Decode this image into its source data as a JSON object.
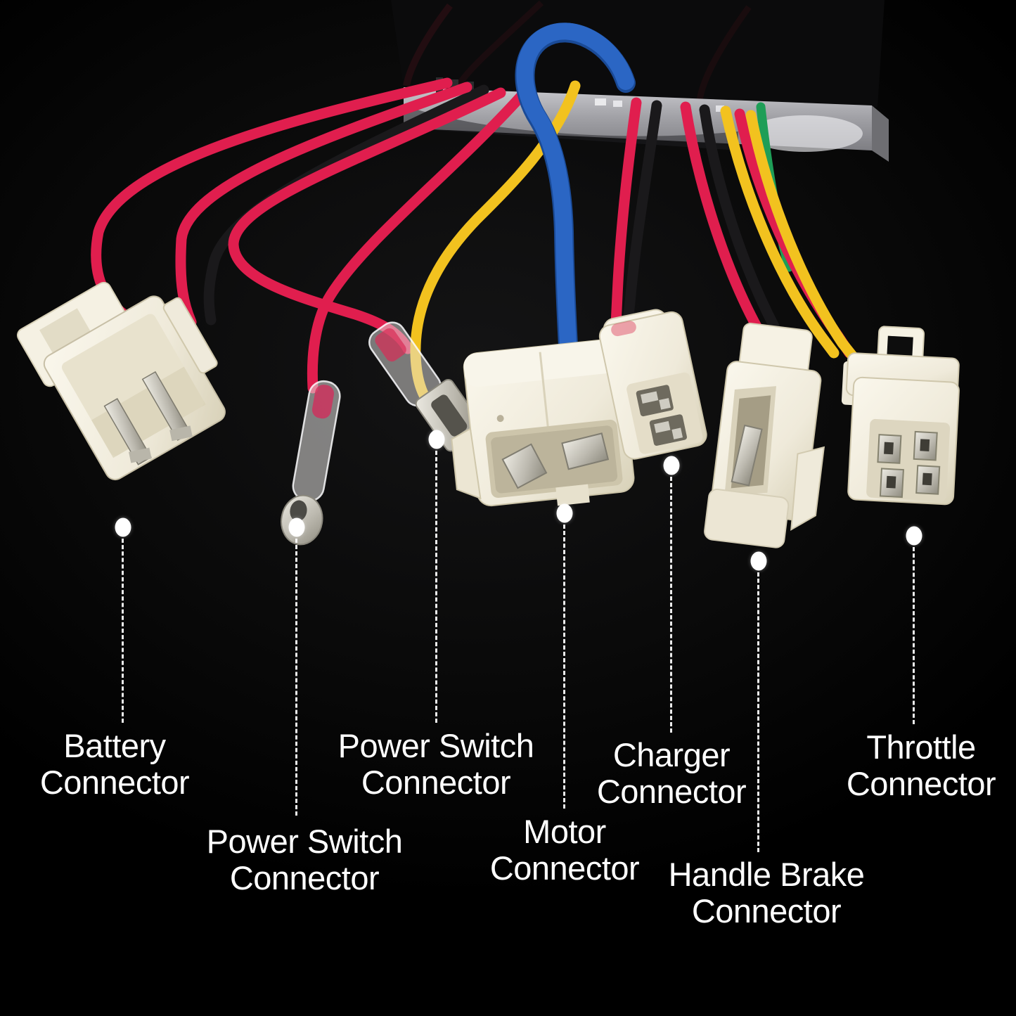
{
  "scene": {
    "description_colors": {
      "wire_red": "#e01e4e",
      "wire_black": "#1a191b",
      "wire_blue": "#2b66c4",
      "wire_yellow": "#f2c21f",
      "wire_green": "#1e9e57",
      "plastic": "#f2eedd",
      "plastic_shadow": "#d8d1b8",
      "metal": "#c9c6bb",
      "controller": "#0b0b0c",
      "strip": "#a8a8ac",
      "label_text": "#ffffff",
      "leader": "#ffffff"
    }
  },
  "connectors": [
    {
      "id": "battery",
      "line1": "Battery",
      "line2": "Connector"
    },
    {
      "id": "power-switch-lower",
      "line1": "Power Switch",
      "line2": "Connector"
    },
    {
      "id": "power-switch-upper",
      "line1": "Power Switch",
      "line2": "Connector"
    },
    {
      "id": "motor",
      "line1": "Motor",
      "line2": "Connector"
    },
    {
      "id": "charger",
      "line1": "Charger",
      "line2": "Connector"
    },
    {
      "id": "handle-brake",
      "line1": "Handle Brake",
      "line2": "Connector"
    },
    {
      "id": "throttle",
      "line1": "Throttle",
      "line2": "Connector"
    }
  ]
}
